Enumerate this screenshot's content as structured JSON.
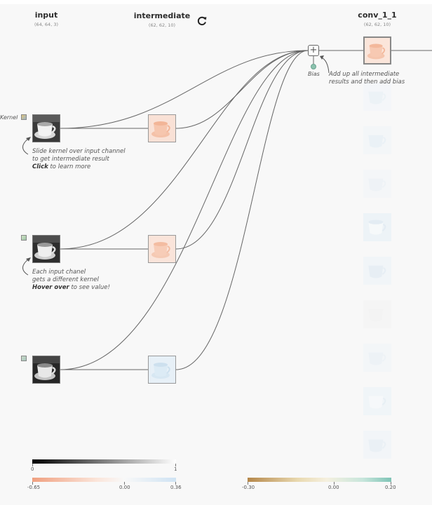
{
  "columns": {
    "input": {
      "title": "input",
      "shape": "(64, 64, 3)"
    },
    "intermediate": {
      "title": "intermediate",
      "shape": "(62, 62, 10)"
    },
    "conv": {
      "title": "conv_1_1",
      "shape": "(62, 62, 10)"
    }
  },
  "labels": {
    "kernel": "Kernel",
    "bias": "Bias"
  },
  "annotations": {
    "slide": {
      "line1": "Slide kernel over input channel",
      "line2": "to get intermediate result",
      "bold": "Click",
      "rest": " to learn more"
    },
    "each": {
      "line1": "Each input chanel",
      "line2": "gets a different kernel",
      "bold": "Hover over",
      "rest": " to see value!"
    },
    "addup": {
      "line1": "Add up all intermediate",
      "line2": "results and then add bias"
    }
  },
  "scales": {
    "grayscale": {
      "min": "0",
      "max": "1"
    },
    "intermediate": {
      "min": "-0.65",
      "mid": "0.00",
      "max": "0.36"
    },
    "output": {
      "min": "-0.30",
      "mid": "0.00",
      "max": "0.20"
    }
  },
  "colors": {
    "negative": "#f0a080",
    "positive": "#cfe3f3",
    "output_neg": "#b5874a",
    "output_pos": "#7fc4b6",
    "bias": "#8cc2ae"
  },
  "icons": {
    "reload": "reload-icon",
    "plus": "plus-icon",
    "arrow": "curved-arrow-icon",
    "kernel": "kernel-icon"
  }
}
